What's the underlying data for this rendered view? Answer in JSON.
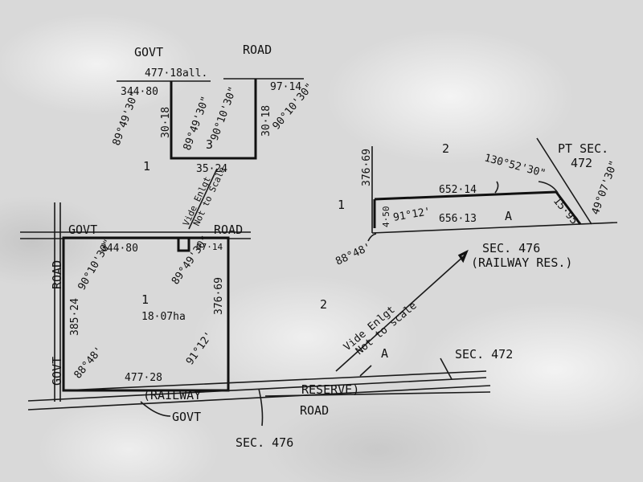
{
  "labels": {
    "govt_top": "GOVT",
    "road_top": "ROAD",
    "width_all": "477·18all.",
    "top_left_dim": "344·80",
    "top_right_dim": "97·14",
    "lot3_left_brg": "89°49'30\"",
    "lot3_side_left": "30·18",
    "lot3_inner_left": "89°49'30\"",
    "lot3_inner_right": "90°10'30\"",
    "lot3_side_right": "30·18",
    "lot3_right_brg": "90°10'30\"",
    "lot3_num": "3",
    "lot3_bottom": "35·24",
    "lot1_top_left": "1",
    "vide_small": "Vide Enlgt",
    "not_scale_small": "Not to Scale",
    "govt_mid": "GOVT",
    "road_mid": "ROAD",
    "road_left": "ROAD",
    "govt_left": "GOVT",
    "main_top": "344·80",
    "main_top_right": "97·14",
    "main_brg_left": "90°10'30\"",
    "main_brg_right": "89°49'30\"",
    "main_lot_num": "1",
    "main_area": "18·07ha",
    "main_left": "385·24",
    "main_right": "376·69",
    "main_angle_bl": "88°48'",
    "main_angle_br": "91°12'",
    "main_bottom": "477·28",
    "railway": "(RAILWAY",
    "reserve": "RESERVE)",
    "govt_bottom": "GOVT",
    "road_bottom": "ROAD",
    "sec476_bottom": "SEC. 476",
    "lot2_mid": "2",
    "vide_big": "Vide Enlgt",
    "not_scale_big": "Not to scale",
    "a_bottom": "A",
    "sec472_bottom": "SEC. 472",
    "enl_lot2": "2",
    "enl_lot1": "1",
    "enl_left": "376·69",
    "enl_top": "652·14",
    "enl_brg_top": "130°52'30\"",
    "pt_sec": "PT SEC.",
    "pt_sec_num": "472",
    "enl_short": "4·50",
    "enl_angle": "91°12'",
    "enl_bottom": "656·13",
    "enl_a": "A",
    "enl_diag": "15·95",
    "enl_brg_right": "49°07'30\"",
    "enl_angle_left": "88°48'",
    "sec476_right": "SEC. 476",
    "railway_res": "(RAILWAY RES.)"
  }
}
